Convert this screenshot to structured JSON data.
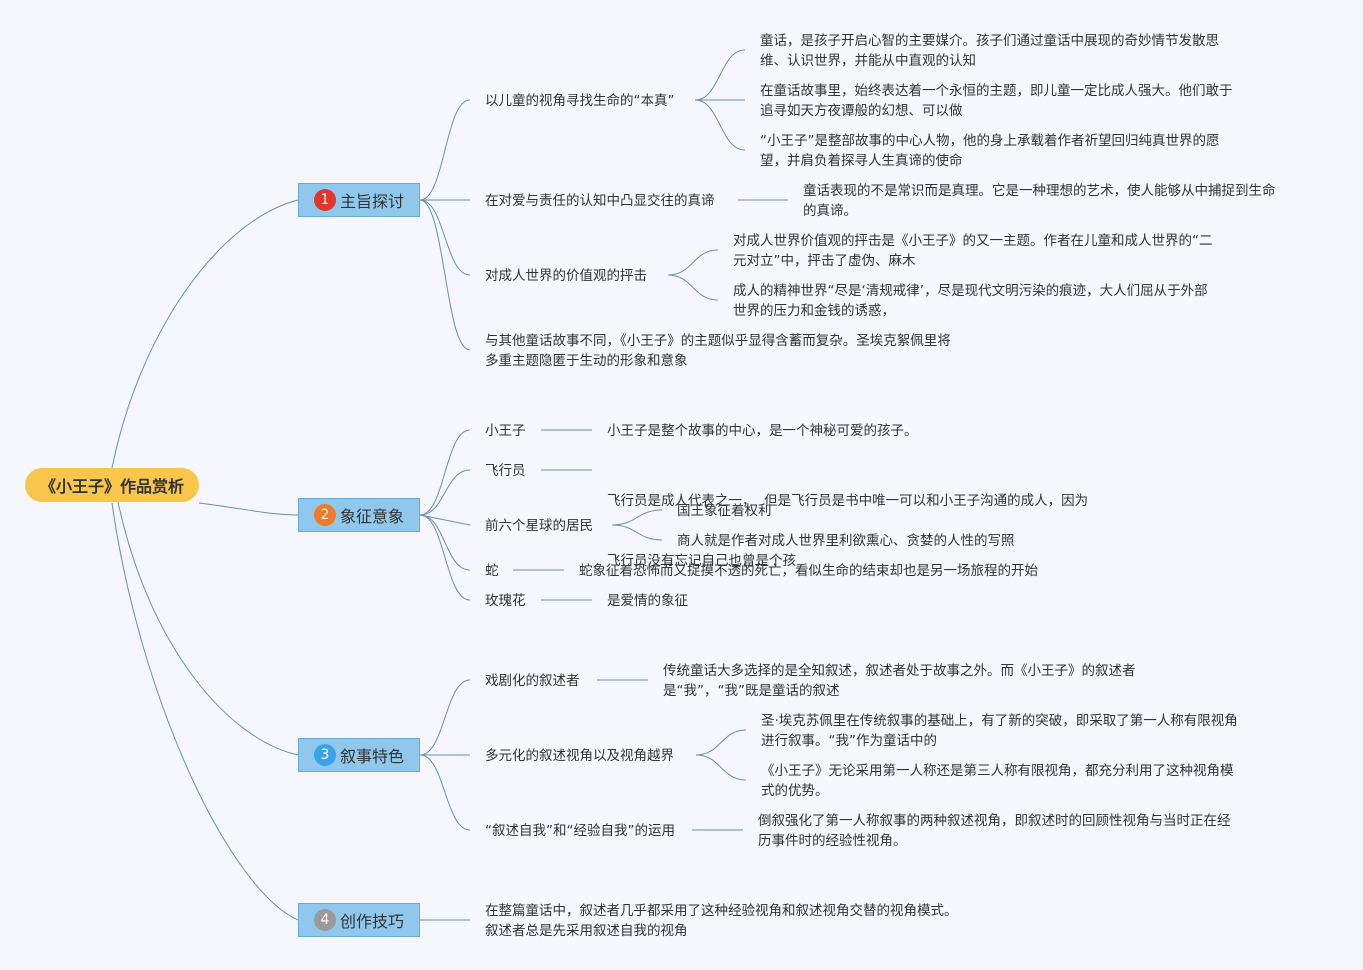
{
  "root": {
    "label": "《小王子》作品赏析"
  },
  "branches": [
    {
      "num": "1",
      "label": "主旨探讨",
      "badge_color": "#e0362c",
      "topics": [
        {
          "label": "以儿童的视角寻找生命的“本真”",
          "details": [
            [
              "童话，是孩子开启心智的主要媒介。孩子们通过童话中展现的奇妙情节发散思",
              "维、认识世界，并能从中直观的认知"
            ],
            [
              "在童话故事里，始终表达着一个永恒的主题，即儿童一定比成人强大。他们敢于",
              "追寻如天方夜谭般的幻想、可以做"
            ],
            [
              "“小王子”是整部故事的中心人物，他的身上承载着作者祈望回归纯真世界的愿",
              "望，并肩负着探寻人生真谛的使命"
            ]
          ]
        },
        {
          "label": "在对爱与责任的认知中凸显交往的真谛",
          "details": [
            [
              "童话表现的不是常识而是真理。它是一种理想的艺术，使人能够从中捕捉到生命",
              "的真谛。"
            ]
          ]
        },
        {
          "label": "对成人世界的价值观的抨击",
          "details": [
            [
              "对成人世界价值观的抨击是《小王子》的又一主题。作者在儿童和成人世界的“二",
              "元对立”中，抨击了虚伪、麻木"
            ],
            [
              "成人的精神世界“尽是‘清规戒律’，尽是现代文明污染的痕迹，大人们屈从于外部",
              "世界的压力和金钱的诱惑，"
            ]
          ]
        },
        {
          "label": [
            "与其他童话故事不同，《小王子》的主题似乎显得含蓄而复杂。圣埃克絮佩里将",
            "多重主题隐匿于生动的形象和意象"
          ],
          "details": []
        }
      ]
    },
    {
      "num": "2",
      "label": "象征意象",
      "badge_color": "#f07a2a",
      "topics": [
        {
          "label": "小王子",
          "details": [
            [
              "小王子是整个故事的中心，是一个神秘可爱的孩子。"
            ]
          ]
        },
        {
          "label": "飞行员",
          "details": [
            [
              "飞行员是成人代表之一，  但是飞行员是书中唯一可以和小王子沟通的成人，因为",
              "飞行员没有忘记自己也曾是个孩"
            ]
          ]
        },
        {
          "label": "前六个星球的居民",
          "details": [
            [
              "国王象征着权利"
            ],
            [
              "商人就是作者对成人世界里利欲熏心、贪婪的人性的写照"
            ]
          ]
        },
        {
          "label": "蛇",
          "details": [
            [
              "蛇象征着恐怖而又捉摸不透的死亡，看似生命的结束却也是另一场旅程的开始"
            ]
          ]
        },
        {
          "label": "玫瑰花",
          "details": [
            [
              "是爱情的象征"
            ]
          ]
        }
      ]
    },
    {
      "num": "3",
      "label": "叙事特色",
      "badge_color": "#3aa3e8",
      "topics": [
        {
          "label": "戏剧化的叙述者",
          "details": [
            [
              "传统童话大多选择的是全知叙述，叙述者处于故事之外。而《小王子》的叙述者",
              "是“我”，“我”既是童话的叙述"
            ]
          ]
        },
        {
          "label": "多元化的叙述视角以及视角越界",
          "details": [
            [
              "圣·埃克苏佩里在传统叙事的基础上，有了新的突破，即采取了第一人称有限视角",
              "进行叙事。“我”作为童话中的"
            ],
            [
              "《小王子》无论采用第一人称还是第三人称有限视角，都充分利用了这种视角模",
              "式的优势。"
            ]
          ]
        },
        {
          "label": "“叙述自我”和“经验自我”的运用",
          "details": [
            [
              "倒叙强化了第一人称叙事的两种叙述视角，即叙述时的回顾性视角与当时正在经",
              "历事件时的经验性视角。"
            ]
          ]
        }
      ]
    },
    {
      "num": "4",
      "label": "创作技巧",
      "badge_color": "#9a9a9a",
      "topics": [
        {
          "label": [
            "在整篇童话中，叙述者几乎都采用了这种经验视角和叙述视角交替的视角模式。",
            "叙述者总是先采用叙述自我的视角"
          ],
          "details": []
        }
      ]
    }
  ]
}
